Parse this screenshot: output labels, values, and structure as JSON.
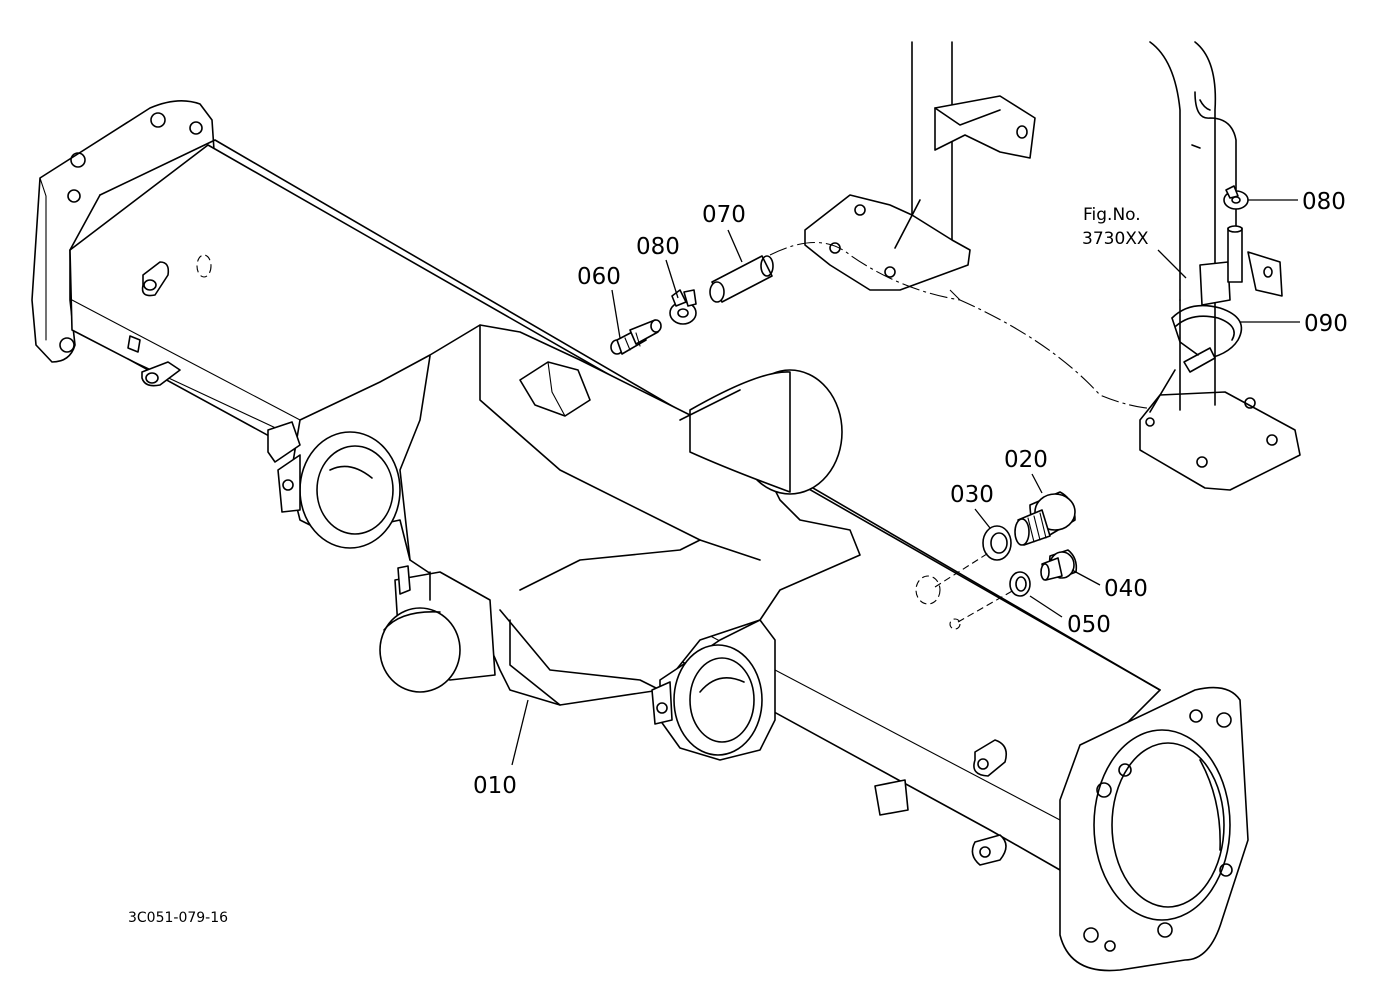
{
  "drawing_number": "3C051-079-16",
  "reference": {
    "line1": "Fig.No.",
    "line2": "3730XX"
  },
  "callouts": {
    "p010": "010",
    "p020": "020",
    "p030": "030",
    "p040": "040",
    "p050": "050",
    "p060": "060",
    "p070": "070",
    "p080a": "080",
    "p080b": "080",
    "p090": "090"
  }
}
